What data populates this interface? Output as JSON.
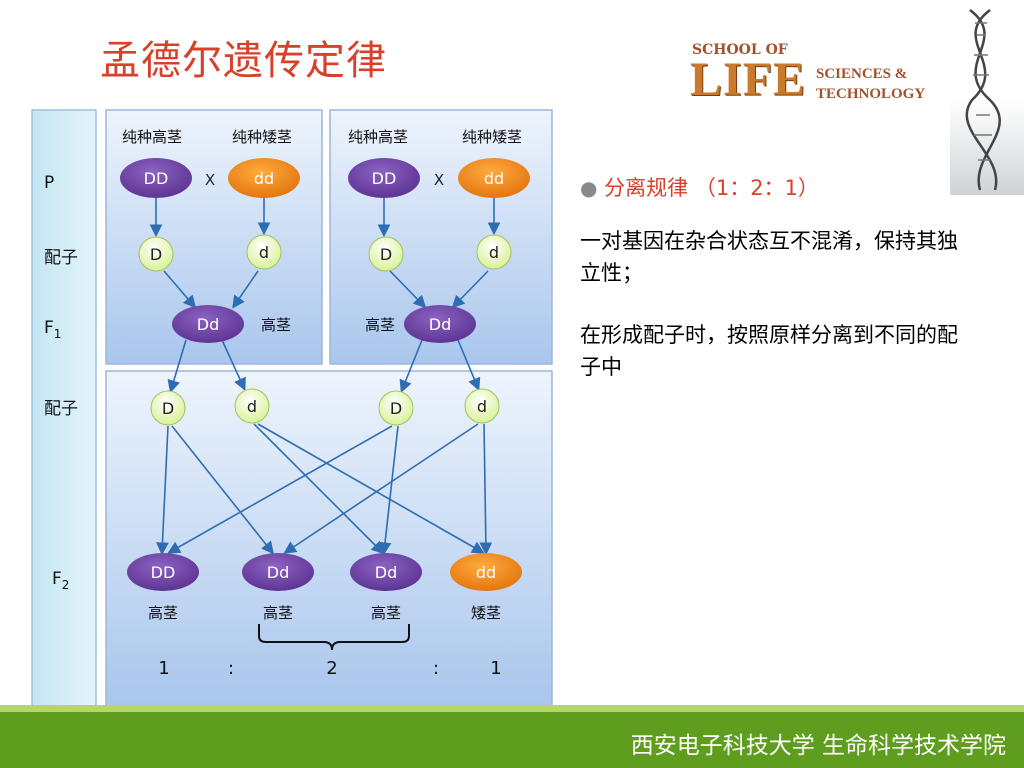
{
  "slide": {
    "title": "孟德尔遗传定律",
    "footer": "西安电子科技大学 生命科学技术学院"
  },
  "logo": {
    "school_of": "SCHOOL OF",
    "life": "LIFE",
    "sciences": "SCIENCES &",
    "technology": "TECHNOLOGY"
  },
  "diagram": {
    "generation_labels": [
      "P",
      "配子",
      "F1",
      "配子",
      "F2"
    ],
    "left_cross": {
      "parent1_label": "纯种高茎",
      "parent2_label": "纯种矮茎",
      "parent1": "DD",
      "parent2": "dd",
      "cross_symbol": "X",
      "gamete1": "D",
      "gamete2": "d",
      "f1": "Dd",
      "f1_phenotype": "高茎"
    },
    "right_cross": {
      "parent1_label": "纯种高茎",
      "parent2_label": "纯种矮茎",
      "parent1": "DD",
      "parent2": "dd",
      "cross_symbol": "X",
      "gamete1": "D",
      "gamete2": "d",
      "f1": "Dd",
      "f1_phenotype": "高茎"
    },
    "f1_gametes": [
      "D",
      "d",
      "D",
      "d"
    ],
    "f2": [
      {
        "genotype": "DD",
        "phenotype": "高茎"
      },
      {
        "genotype": "Dd",
        "phenotype": "高茎"
      },
      {
        "genotype": "Dd",
        "phenotype": "高茎"
      },
      {
        "genotype": "dd",
        "phenotype": "矮茎"
      }
    ],
    "ratio": [
      "1",
      ":",
      "2",
      ":",
      "1"
    ],
    "colors": {
      "tall": "#6b3fa0",
      "dwarf": "#f08a1c",
      "gamete_fill": "#e6f7b0",
      "panel": "#c9dcf5",
      "arrow": "#2f6db3"
    }
  },
  "content": {
    "bullet_title": "分离规律",
    "bullet_ratio": "（1：2：1）",
    "paragraph1": "一对基因在杂合状态互不混淆，保持其独立性；",
    "paragraph2": "在形成配子时，按照原样分离到不同的配子中"
  }
}
